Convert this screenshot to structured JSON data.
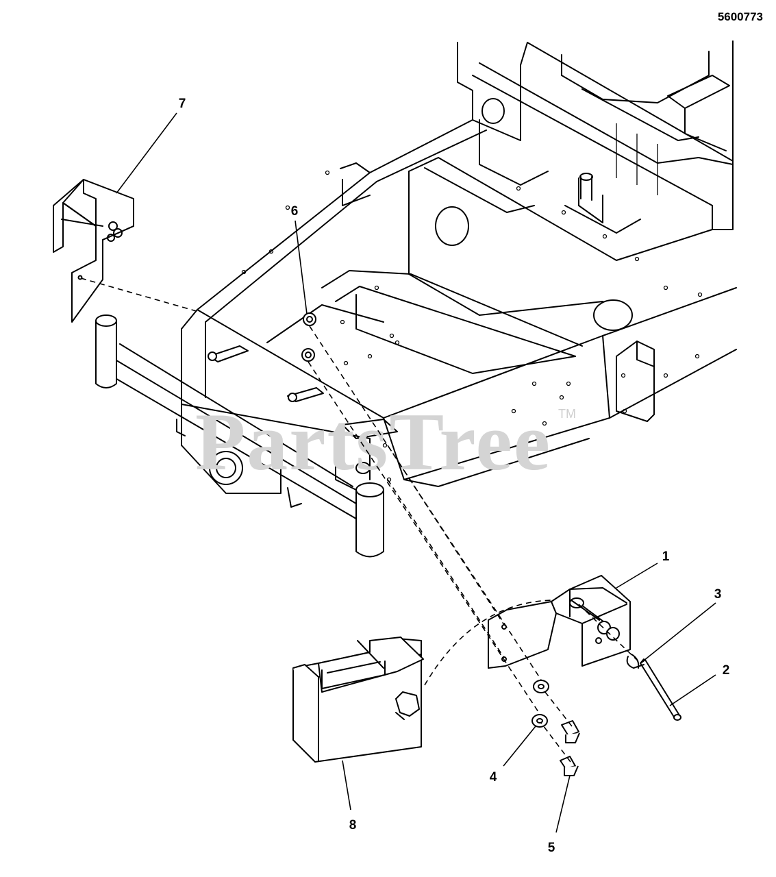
{
  "document": {
    "number": "5600773"
  },
  "watermark": {
    "text": "PartsTree",
    "trademark": "TM"
  },
  "callouts": [
    {
      "id": "1",
      "label": "1"
    },
    {
      "id": "2",
      "label": "2"
    },
    {
      "id": "3",
      "label": "3"
    },
    {
      "id": "4",
      "label": "4"
    },
    {
      "id": "5",
      "label": "5"
    },
    {
      "id": "6",
      "label": "6"
    },
    {
      "id": "7",
      "label": "7"
    },
    {
      "id": "8",
      "label": "8"
    }
  ]
}
